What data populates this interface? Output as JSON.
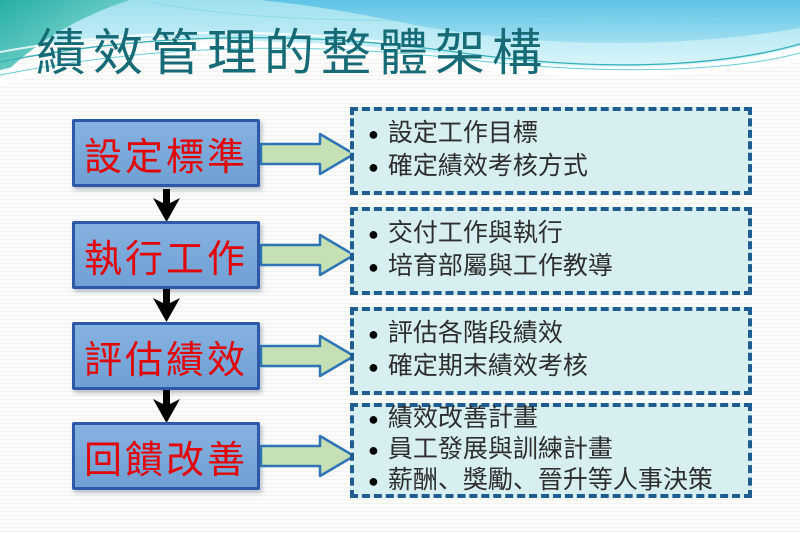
{
  "slide": {
    "title": "績效管理的整體架構"
  },
  "flow": {
    "steps": [
      {
        "label": "設定標準",
        "bullets": [
          "設定工作目標",
          "確定績效考核方式"
        ]
      },
      {
        "label": "執行工作",
        "bullets": [
          "交付工作與執行",
          "培育部屬與工作教導"
        ]
      },
      {
        "label": "評估績效",
        "bullets": [
          "評估各階段績效",
          "確定期末績效考核"
        ]
      },
      {
        "label": "回饋改善",
        "bullets": [
          "績效改善計畫",
          "員工發展與訓練計畫",
          "薪酬、獎勵、晉升等人事決策"
        ]
      }
    ],
    "bullet_glyph": "●"
  },
  "colors": {
    "title_text": "#176b77",
    "step_box_fill": "#79a7db",
    "step_box_border": "#2d59a8",
    "step_label_text": "#e10505",
    "dashed_box_fill": "#d8eff2",
    "dashed_box_border": "#1f5c8f",
    "right_arrow_fill": "#c5e0b4",
    "right_arrow_border": "#2e74b5",
    "down_arrow_fill": "#000000",
    "header_wave_teal": "#2fb5ac",
    "header_wave_cyan": "#6cc5e8"
  }
}
